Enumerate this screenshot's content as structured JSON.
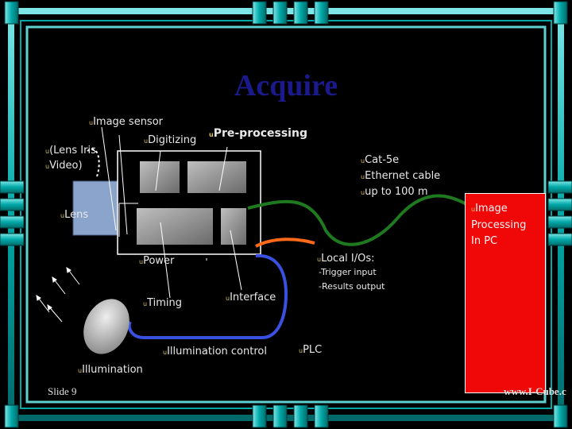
{
  "title": "Acquire",
  "labels": {
    "image_sensor": "Image sensor",
    "lens_iris": "(Lens Iris",
    "video": "Video)",
    "digitizing": "Digitizing",
    "preprocessing": "Pre-processing",
    "cat5e": "Cat-5e",
    "ethernet_cable": "Ethernet cable",
    "up_to": "up to 100 m",
    "lens": "Lens",
    "power": "Power",
    "local_io": "Local I/Os:",
    "trigger_input": "Trigger input",
    "results_output": "Results output",
    "timing": "Timing",
    "interface": "Interface",
    "illumination_control": "Illumination control",
    "plc": "PLC",
    "illumination": "Illumination",
    "pc_line1": "Image",
    "pc_line2": "Processing",
    "pc_line3": "In PC"
  },
  "bullet_glyph": "u",
  "dash_glyph": "-",
  "footer": {
    "slide": "Slide 9",
    "url": "www.I-Cube.c"
  },
  "colors": {
    "title": "#1a1a8c",
    "frame_teal": "#00a8a8",
    "cable_green": "#1f7a1f",
    "cable_orange": "#ff6a1a",
    "cable_blue": "#3a50e0",
    "pc_box": "#f00808",
    "bullet": "#d8c060"
  }
}
